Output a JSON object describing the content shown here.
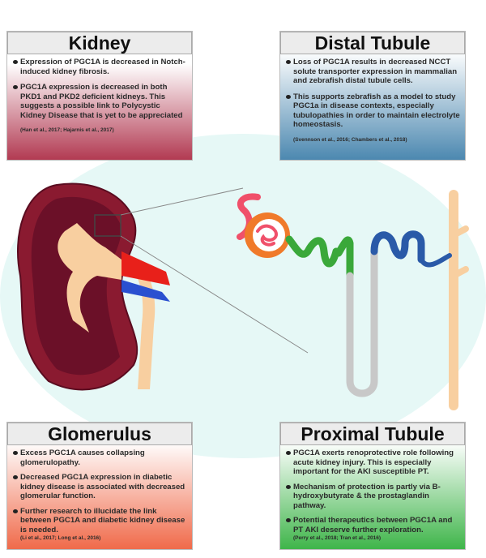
{
  "kidney": {
    "title": "Kidney",
    "bullets": [
      "Expression of PGC1A is decreased in Notch-induced kidney fibrosis.",
      "PGC1A expression is decreased in both PKD1 and PKD2 deficient kidneys. This suggests a possible link to Polycystic Kidney Disease that is yet to be appreciated"
    ],
    "reference": "(Han et al., 2017; Hajarnis et al., 2017)"
  },
  "distal_tubule": {
    "title": "Distal Tubule",
    "bullets": [
      "Loss of PGC1A results in decreased NCCT solute transporter expression in mammalian and zebrafish distal tubule cells.",
      "This supports zebrafish as a model to study PGC1a in disease contexts, especially tubulopathies in order to maintain electrolyte homeostasis."
    ],
    "reference": "(Svennson et al., 2016; Chambers et al., 2018)"
  },
  "glomerulus": {
    "title": "Glomerulus",
    "bullets": [
      "Excess PGC1A causes collapsing glomerulopathy.",
      "Decreased PGC1A expression in diabetic kidney disease is associated with decreased glomerular function.",
      "Further research to illucidate the link between PGC1A and diabetic kidney disease is needed."
    ],
    "reference": "(Li et al., 2017; Long et al., 2016)"
  },
  "proximal_tubule": {
    "title": "Proximal Tubule",
    "bullets": [
      "PGC1A exerts renoprotective role following acute kidney injury. This is especially important for the AKI susceptible PT.",
      "Mechanism of protection is partly via B-hydroxybutyrate & the prostaglandin pathway.",
      "Potential therapeutics between PGC1A and PT AKI deserve further exploration."
    ],
    "reference": "(Perry et al., 2018; Tran et al., 2016)"
  },
  "colors": {
    "glomerulus": "#f0506a",
    "bowman": "#f07a2a",
    "proximal": "#3aa83a",
    "loop": "#c8c8c8",
    "distal": "#2a5aa8",
    "collecting": "#f8cfa0",
    "kidney_outer": "#8a1a30",
    "kidney_inner": "#5a0c20"
  }
}
